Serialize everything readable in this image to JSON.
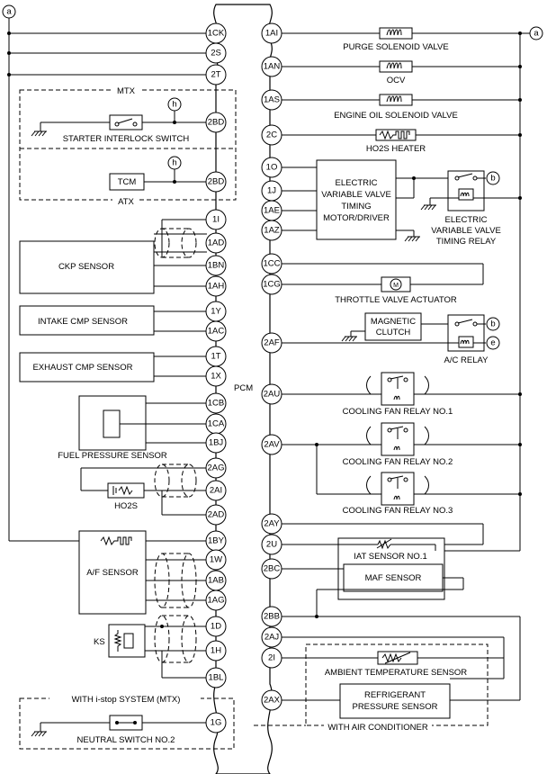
{
  "pcm_label": "PCM",
  "refs": {
    "a": "a",
    "b": "b",
    "e": "e",
    "h": "h"
  },
  "left_pins": {
    "p1CK": "1CK",
    "p2S": "2S",
    "p2T": "2T",
    "p2BD_mtx": "2BD",
    "p2BD_atx": "2BD",
    "p1I": "1I",
    "p1AD": "1AD",
    "p1BN": "1BN",
    "p1AH": "1AH",
    "p1Y": "1Y",
    "p1AC": "1AC",
    "p1T": "1T",
    "p1X": "1X",
    "p1CB": "1CB",
    "p1CA": "1CA",
    "p1BJ": "1BJ",
    "p2AG": "2AG",
    "p2AI": "2AI",
    "p2AD": "2AD",
    "p1BY": "1BY",
    "p1W": "1W",
    "p1AB": "1AB",
    "p1AG": "1AG",
    "p1D": "1D",
    "p1H": "1H",
    "p1BL": "1BL",
    "p1G": "1G"
  },
  "right_pins": {
    "p1AI": "1AI",
    "p1AN": "1AN",
    "p1AS": "1AS",
    "p2C": "2C",
    "p1O": "1O",
    "p1J": "1J",
    "p1AE": "1AE",
    "p1AZ": "1AZ",
    "p1CC": "1CC",
    "p1CG": "1CG",
    "p2AF": "2AF",
    "p2AU": "2AU",
    "p2AV": "2AV",
    "p2AY": "2AY",
    "p2U": "2U",
    "p2BC": "2BC",
    "p2BB": "2BB",
    "p2AJ": "2AJ",
    "p2I": "2I",
    "p2AX": "2AX"
  },
  "labels": {
    "mtx": "MTX",
    "atx": "ATX",
    "starter_interlock": "STARTER INTERLOCK SWITCH",
    "tcm": "TCM",
    "ckp": "CKP SENSOR",
    "intake_cmp": "INTAKE CMP SENSOR",
    "exhaust_cmp": "EXHAUST CMP SENSOR",
    "fuel_pressure": "FUEL PRESSURE SENSOR",
    "ho2s": "HO2S",
    "af_sensor": "A/F SENSOR",
    "ks": "KS",
    "istop": "WITH i-stop SYSTEM (MTX)",
    "neutral": "NEUTRAL SWITCH NO.2",
    "purge": "PURGE SOLENOID VALVE",
    "ocv": "OCV",
    "eosv": "ENGINE OIL SOLENOID VALVE",
    "ho2s_heater": "HO2S HEATER",
    "evvt_1": "ELECTRIC",
    "evvt_2": "VARIABLE VALVE",
    "evvt_3": "TIMING",
    "evvt_4": "MOTOR/DRIVER",
    "evvt_relay_1": "ELECTRIC",
    "evvt_relay_2": "VARIABLE VALVE",
    "evvt_relay_3": "TIMING RELAY",
    "throttle": "THROTTLE VALVE ACTUATOR",
    "mag_1": "MAGNETIC",
    "mag_2": "CLUTCH",
    "ac_relay": "A/C RELAY",
    "fan1": "COOLING FAN RELAY NO.1",
    "fan2": "COOLING FAN RELAY NO.2",
    "fan3": "COOLING FAN RELAY NO.3",
    "iat": "IAT SENSOR NO.1",
    "maf": "MAF SENSOR",
    "ambient": "AMBIENT TEMPERATURE SENSOR",
    "refrig_1": "REFRIGERANT",
    "refrig_2": "PRESSURE SENSOR",
    "with_ac": "WITH AIR CONDITIONER",
    "motor_m": "M"
  }
}
